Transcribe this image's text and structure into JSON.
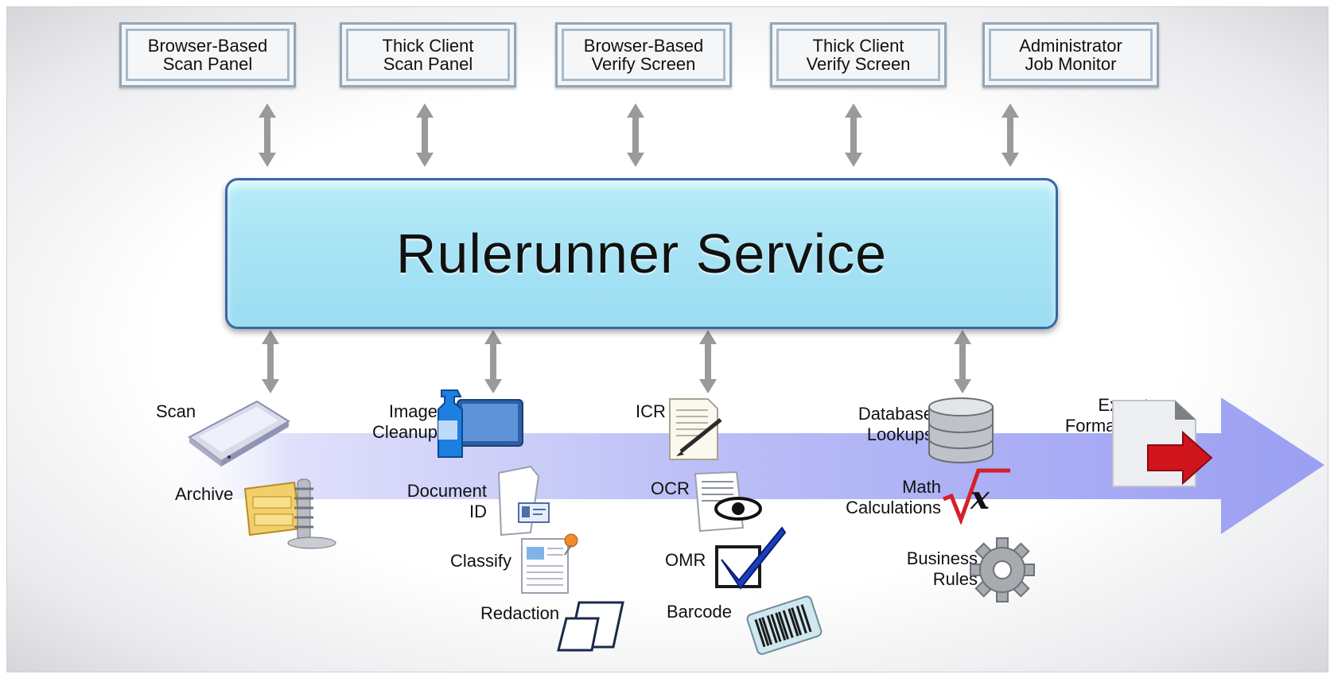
{
  "top_boxes": [
    {
      "label": "Browser-Based\nScan Panel"
    },
    {
      "label": "Thick Client\nScan Panel"
    },
    {
      "label": "Browser-Based\nVerify Screen"
    },
    {
      "label": "Thick Client\nVerify Screen"
    },
    {
      "label": "Administrator\nJob Monitor"
    }
  ],
  "service": {
    "title": "Rulerunner Service"
  },
  "steps": {
    "scan": "Scan",
    "archive": "Archive",
    "image_cleanup": "Image\nCleanup",
    "document_id": "Document\nID",
    "classify": "Classify",
    "redaction": "Redaction",
    "icr": "ICR",
    "ocr": "OCR",
    "omr": "OMR",
    "barcode": "Barcode",
    "database_lookups": "Database\nLookups",
    "math_calculations": "Math\nCalculations",
    "business_rules": "Business\nRules",
    "export_formatting": "Export\nFormatting"
  },
  "colors": {
    "service_fill": "#a9e4f5",
    "service_border": "#3a66a6",
    "flow_arrow": "#9b9ff2",
    "connector_arrow": "#9a9a9a"
  }
}
